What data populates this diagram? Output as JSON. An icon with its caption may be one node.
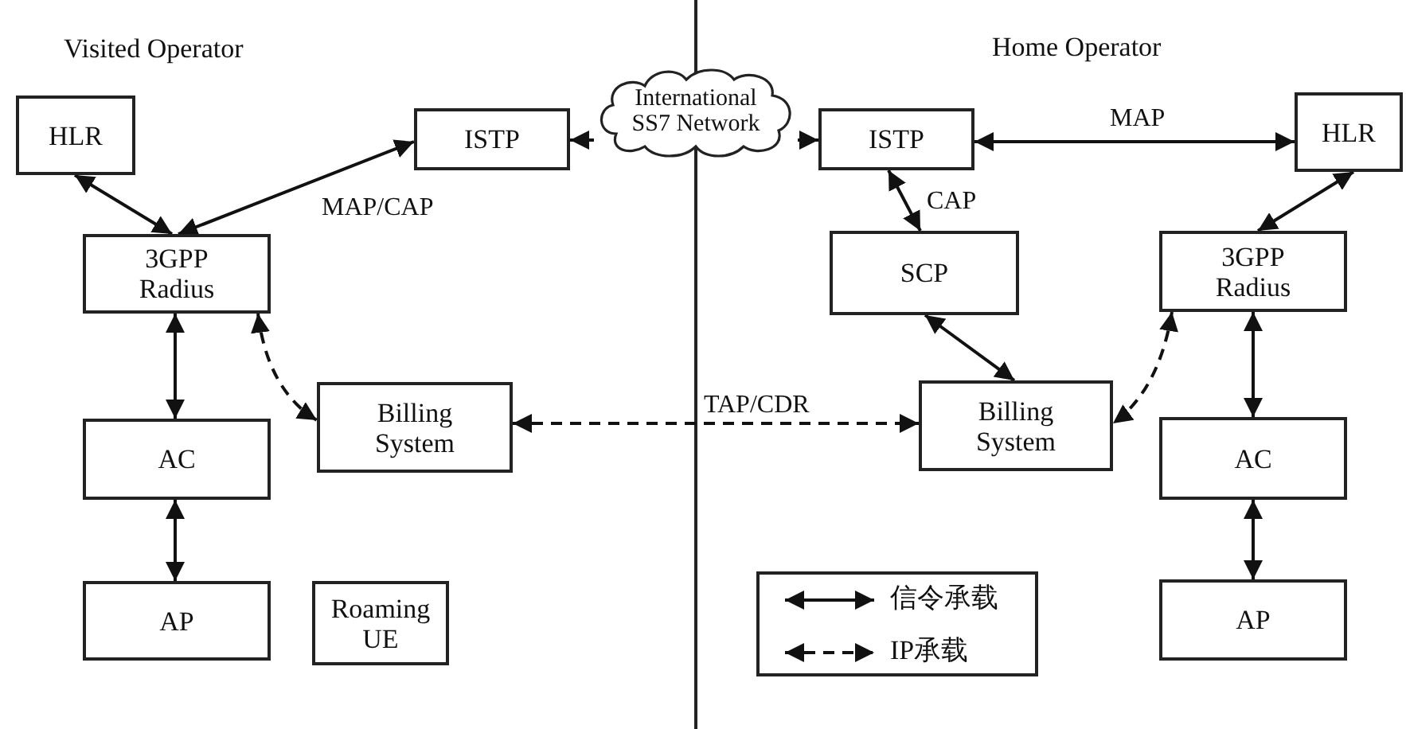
{
  "diagram": {
    "nodes": [
      {
        "text": [
          "HLR"
        ]
      },
      {
        "text": [
          "ISTP"
        ]
      },
      {
        "text": [
          "International SS7 Network"
        ]
      },
      {
        "text": [
          "ISTP"
        ]
      },
      {
        "text": [
          "HLR"
        ]
      },
      {
        "text": [
          "3GPP Radius"
        ]
      },
      {
        "text": [
          "SCP"
        ]
      },
      {
        "text": [
          "3GPP Radius"
        ]
      },
      {
        "text": [
          "Billing System"
        ]
      },
      {
        "text": [
          "Billing System"
        ]
      },
      {
        "text": [
          "AC"
        ]
      },
      {
        "text": [
          "AC"
        ]
      },
      {
        "text": [
          "AP"
        ]
      },
      {
        "text": [
          "Roaming UE"
        ]
      },
      {
        "text": [
          "AP"
        ]
      }
    ],
    "edges": [
      {
        "from": 0,
        "to": 5,
        "arrow": "both"
      },
      {
        "from": 5,
        "to": 1,
        "arrow": "both",
        "label": "MAP/CAP"
      },
      {
        "from": 2,
        "to": 1,
        "arrow": "to"
      },
      {
        "from": 2,
        "to": 3,
        "arrow": "to"
      },
      {
        "from": 3,
        "to": 4,
        "arrow": "both",
        "label": "MAP"
      },
      {
        "from": 3,
        "to": 6,
        "arrow": "both",
        "label": "CAP"
      },
      {
        "from": 4,
        "to": 7,
        "arrow": "both"
      },
      {
        "from": 6,
        "to": 9,
        "arrow": "both"
      },
      {
        "from": 5,
        "to": 8,
        "arrow": "both",
        "style": "dashed"
      },
      {
        "from": 8,
        "to": 9,
        "arrow": "both",
        "style": "dashed",
        "label": "TAP/CDR"
      },
      {
        "from": 7,
        "to": 9,
        "arrow": "both",
        "style": "dashed"
      },
      {
        "from": 5,
        "to": 10,
        "arrow": "both"
      },
      {
        "from": 10,
        "to": 12,
        "arrow": "both"
      },
      {
        "from": 7,
        "to": 11,
        "arrow": "both"
      },
      {
        "from": 11,
        "to": 14,
        "arrow": "both"
      }
    ],
    "labels": [
      "Visited Operator",
      "Home Operator"
    ],
    "legend": [
      {
        "text": "信令承载"
      },
      {
        "text": "IP承载"
      }
    ]
  }
}
